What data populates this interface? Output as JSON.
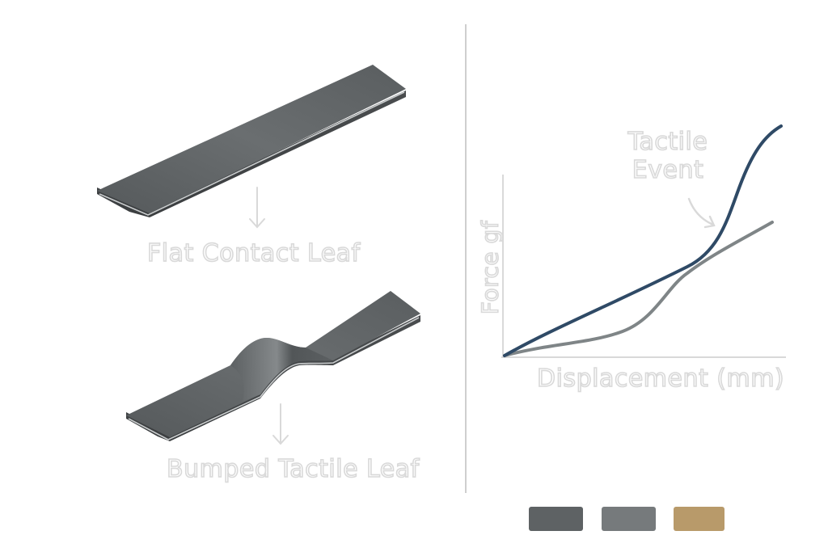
{
  "labels": {
    "flat_leaf": "Flat Contact Leaf",
    "bumped_leaf": "Bumped Tactile Leaf"
  },
  "graph": {
    "y_axis_label": "Force gf",
    "x_axis_label": "Displacement (mm)",
    "annotation_line1": "Tactile",
    "annotation_line2": "Event"
  },
  "colors": {
    "navy_curve": "#2f4a66",
    "gray_curve": "#7f8587",
    "swatch_dark": "#5e6264",
    "swatch_mid": "#767a7c",
    "swatch_gold": "#b89a6a",
    "leaf_body": "#5a5e60",
    "label_stroke": "#d9d9d9"
  }
}
